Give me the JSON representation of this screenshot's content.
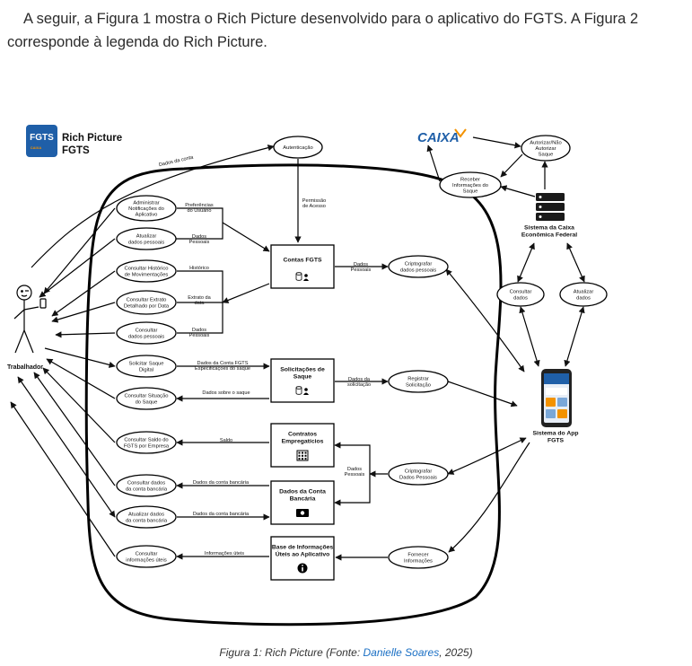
{
  "intro_text": "A seguir, a Figura 1 mostra o Rich Picture desenvolvido para o aplicativo do FGTS. A Figura 2 corresponde à legenda do Rich Picture.",
  "logo": {
    "badge": "FGTS",
    "badge_sub": "CAIXA",
    "title_line1": "Rich Picture",
    "title_line2": "FGTS"
  },
  "caixa_logo": "CAIXA",
  "actor": "Trabalhador",
  "processes": {
    "autenticacao": [
      "Autenticação"
    ],
    "administrar": [
      "Administrar",
      "Notificações do",
      "Aplicativo"
    ],
    "atualizar_pessoais": [
      "Atualizar",
      "dados pessoais"
    ],
    "historico": [
      "Consultar Histórico",
      "de Movimentações"
    ],
    "extrato": [
      "Consultar Extrato",
      "Detalhado por Data"
    ],
    "consultar_pessoais": [
      "Consultar",
      "dados pessoais"
    ],
    "solicitar_saque": [
      "Solicitar Saque",
      "Digital"
    ],
    "situacao_saque": [
      "Consultar Situação",
      "do Saque"
    ],
    "saldo_fgts": [
      "Consultar Saldo do",
      "FGTS por Empresa"
    ],
    "consultar_bancaria": [
      "Consultar dados",
      "da conta bancária"
    ],
    "atualizar_bancaria": [
      "Atualizar dados",
      "da conta bancária"
    ],
    "info_uteis": [
      "Consultar",
      "informações úteis"
    ],
    "criptografar1": [
      "Criptografar",
      "dados pessoais"
    ],
    "registrar": [
      "Registrar",
      "Solicitação"
    ],
    "criptografar2": [
      "Criptografar",
      "Dados Pessoais"
    ],
    "fornecer": [
      "Fornecer",
      "Informações"
    ],
    "autorizar": [
      "Autorizar/Não",
      "Autorizar",
      "Saque"
    ],
    "receber": [
      "Receber",
      "Informações do",
      "Saque"
    ],
    "consultar_dados_caixa": [
      "Consultar",
      "dados"
    ],
    "atualizar_dados_caixa": [
      "Atualizar",
      "dados"
    ]
  },
  "stores": {
    "contas": [
      "Contas FGTS"
    ],
    "solicitacoes": [
      "Solicitações de",
      "Saque"
    ],
    "contratos": [
      "Contratos",
      "Empregatícios"
    ],
    "bancaria": [
      "Dados da Conta",
      "Bancária"
    ],
    "base": [
      "Base de Informações",
      "Úteis ao Aplicativo"
    ]
  },
  "systems": {
    "caixa": [
      "Sistema da Caixa",
      "Econômica Federal"
    ],
    "app": [
      "Sistema do App",
      "FGTS"
    ]
  },
  "flow_labels": {
    "dados_conta": [
      "Dados da conta"
    ],
    "permissao": [
      "Permissão",
      "de Acesso"
    ],
    "preferencias": [
      "Preferências",
      "do Usuário"
    ],
    "dados_pessoais_1": [
      "Dados",
      "Pessoais"
    ],
    "historico": [
      "Histórico"
    ],
    "extrato_data": [
      "Extrato da",
      "data"
    ],
    "dados_pessoais_2": [
      "Dados",
      "Pessoais"
    ],
    "dados_pessoais_cripto": [
      "Dados",
      "Pessoais"
    ],
    "dados_conta_fgts": [
      "Dados da Conta FGTS",
      "Especificações do saque"
    ],
    "dados_solicitacao": [
      "Dados da",
      "solicitação"
    ],
    "dados_saque": [
      "Dados sobre o saque"
    ],
    "saldo": [
      "Saldo"
    ],
    "dados_pessoais_3": [
      "Dados",
      "Pessoais"
    ],
    "conta_bancaria_1": [
      "Dados da conta bancária"
    ],
    "conta_bancaria_2": [
      "Dados da conta bancária"
    ],
    "info_uteis": [
      "Informações úteis"
    ]
  },
  "caption": {
    "prefix": "Figura 1: Rich Picture (Fonte: ",
    "author": "Danielle Soares",
    "suffix": ", 2025)"
  }
}
